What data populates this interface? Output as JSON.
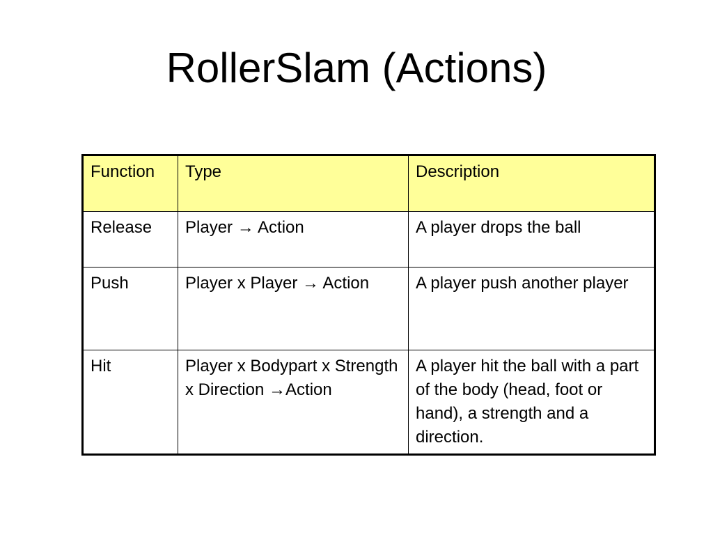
{
  "slide": {
    "title": "RollerSlam (Actions)"
  },
  "colors": {
    "header_fill": "#ffff99",
    "border": "#000000",
    "text": "#000000",
    "background": "#ffffff"
  },
  "table": {
    "headers": [
      "Function",
      "Type",
      "Description"
    ],
    "rows": [
      {
        "function": "Release",
        "type": "Player → Action",
        "description": "A player drops the ball"
      },
      {
        "function": "Push",
        "type": "Player x Player → Action",
        "description": "A player push another player"
      },
      {
        "function": "Hit",
        "type": "Player x Bodypart x Strength x Direction →Action",
        "description": "A player hit the ball with a part of the body (head, foot or hand), a strength and a direction."
      }
    ]
  }
}
